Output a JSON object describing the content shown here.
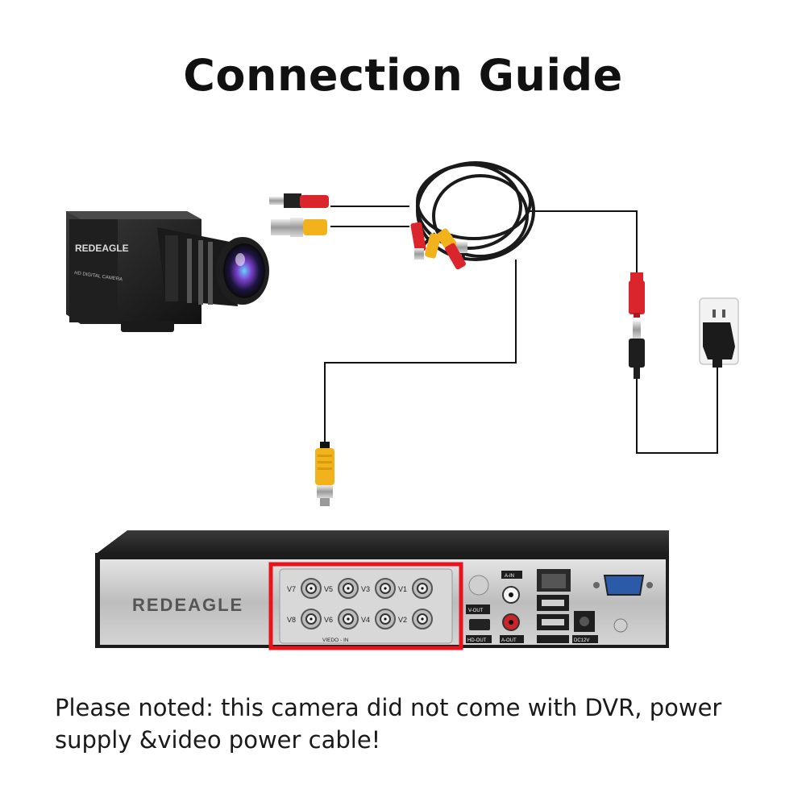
{
  "title": "Connection Guide",
  "camera": {
    "brand": "REDEAGLE",
    "model_text": "HD DIGITAL CAMERA"
  },
  "dvr": {
    "brand": "REDEAGLE",
    "channels_top": [
      "V7",
      "V5",
      "V3",
      "V1"
    ],
    "channels_bottom": [
      "V8",
      "V6",
      "V4",
      "V2"
    ],
    "video_in_label": "VIEDO - IN",
    "port_labels": {
      "v_out": "V-OUT",
      "hd_out": "HD-OUT",
      "a_in": "A-IN",
      "a_out": "A-OUT",
      "dc12v": "DC12V"
    }
  },
  "colors": {
    "highlight": "#e8141c",
    "cable": "#111111",
    "yellow_plug": "#f2b21c",
    "red_plug": "#d9252b"
  },
  "note": "Please noted: this camera did not come with DVR, power supply &video power cable!"
}
